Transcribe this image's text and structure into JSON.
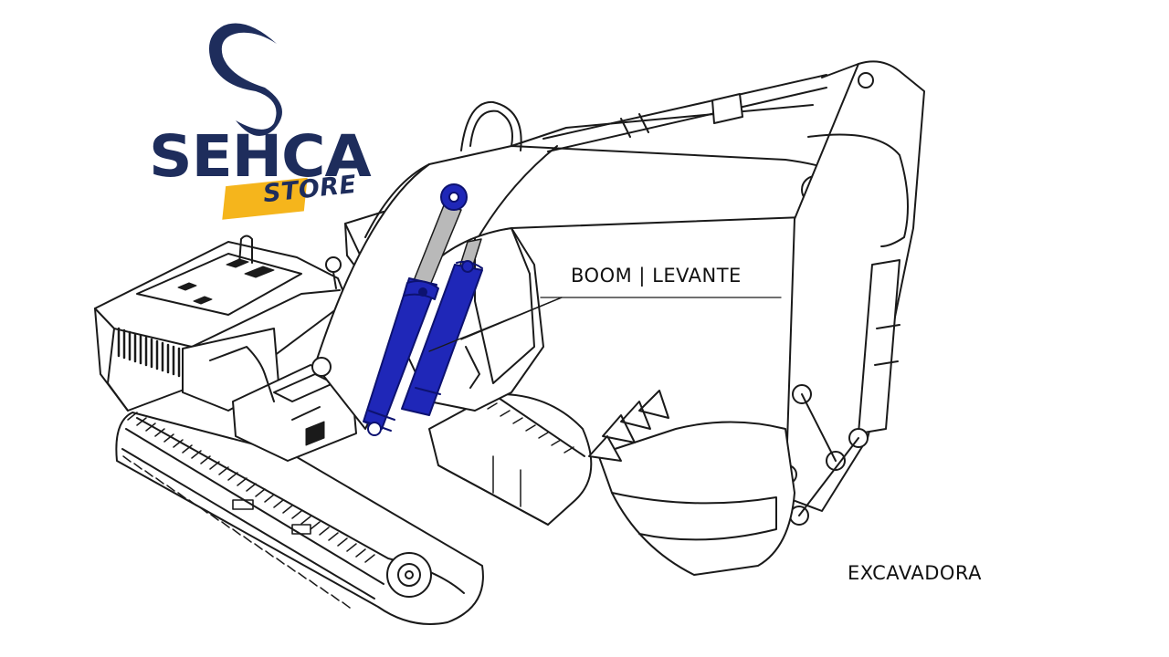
{
  "logo": {
    "brand": "SEHCA",
    "tagline": "STORE",
    "colors": {
      "navy": "#1e2d5c",
      "yellow": "#f5b51c"
    }
  },
  "labels": {
    "callout": "BOOM | LEVANTE",
    "machine": "EXCAVADORA"
  },
  "colors": {
    "line": "#1a1a1a",
    "highlight": "#1f27b8",
    "highlight_dark": "#0d1270",
    "rod": "#b9b9b9"
  },
  "icons": [
    "excavator-drawing",
    "boom-cylinder",
    "sehca-logo-mark"
  ]
}
